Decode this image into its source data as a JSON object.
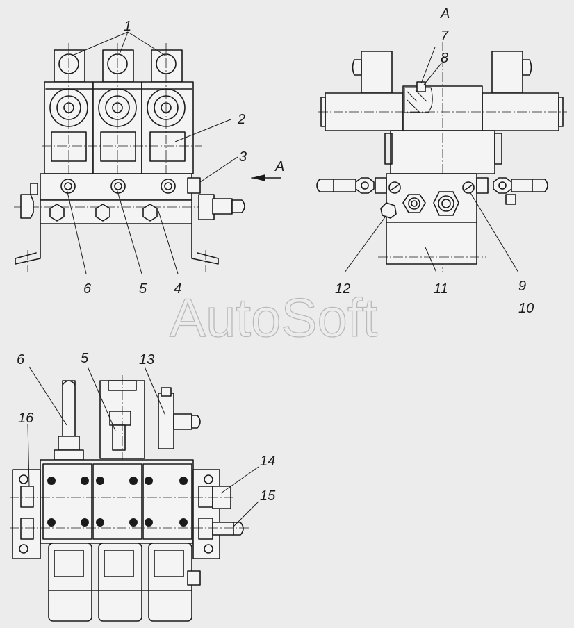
{
  "callouts": {
    "c1": "1",
    "c2": "2",
    "c3": "3",
    "c4": "4",
    "c5": "5",
    "c6": "6",
    "c7": "7",
    "c8": "8",
    "c9": "9",
    "c10": "10",
    "c11": "11",
    "c12": "12",
    "c13": "13",
    "c14": "14",
    "c15": "15",
    "c16": "16",
    "c5b": "5",
    "c6b": "6"
  },
  "view_markers": {
    "arrow_label": "A",
    "section_label": "A"
  },
  "watermark": "AutoSoft"
}
